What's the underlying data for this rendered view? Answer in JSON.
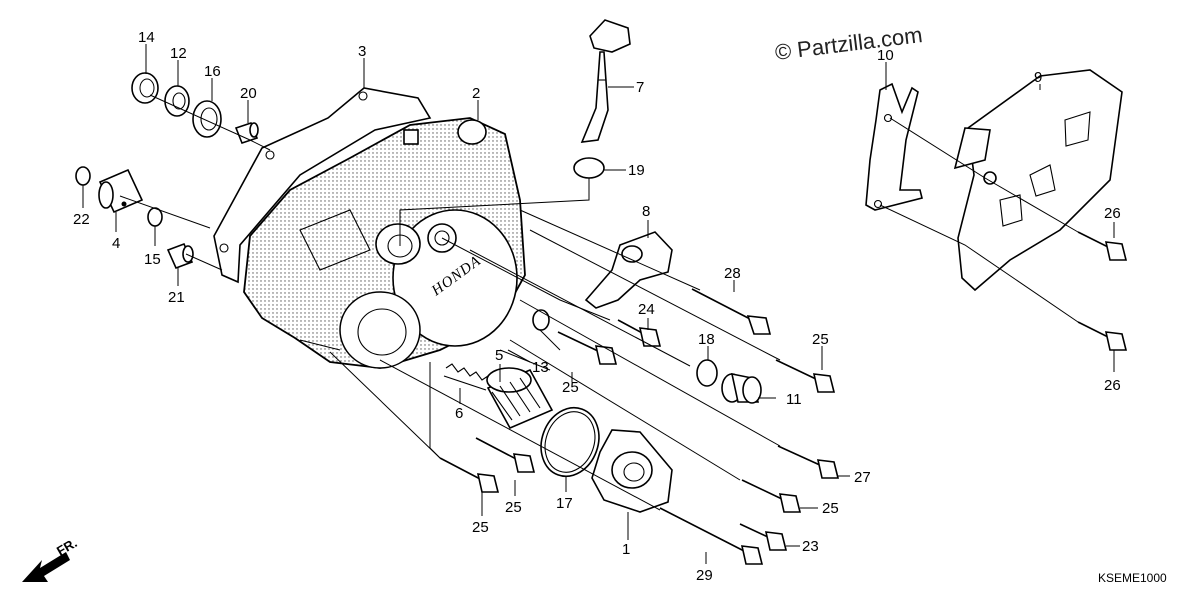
{
  "watermark": "© Partzilla.com",
  "diagram_code": "KSEME1000",
  "direction_label": "FR.",
  "brand_mark": "HONDA",
  "callouts": [
    "14",
    "12",
    "16",
    "20",
    "3",
    "2",
    "7",
    "19",
    "10",
    "9",
    "22",
    "4",
    "15",
    "21",
    "8",
    "28",
    "24",
    "18",
    "25",
    "26",
    "26",
    "5",
    "13",
    "6",
    "25",
    "11",
    "17",
    "1",
    "27",
    "25",
    "25",
    "25",
    "23",
    "29"
  ]
}
